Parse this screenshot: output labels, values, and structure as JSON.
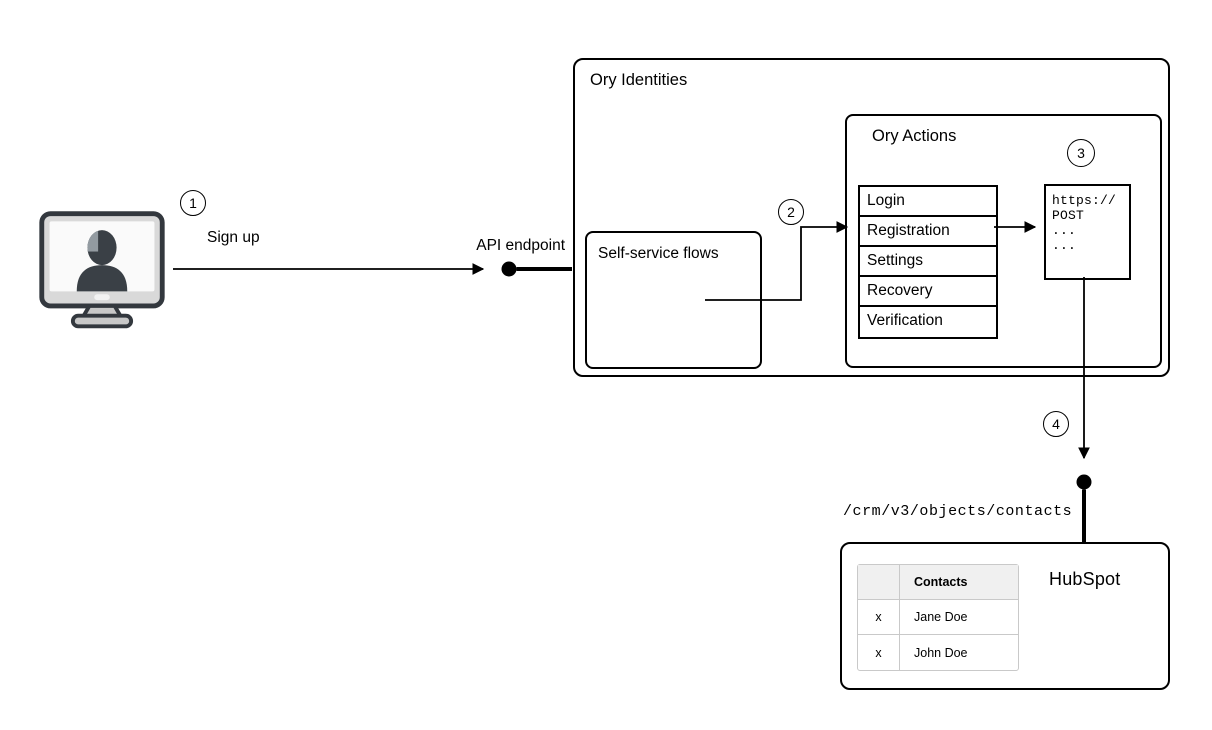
{
  "colors": {
    "line": "#000000",
    "box_border": "#000000",
    "background": "#ffffff",
    "table_header_bg": "#f0f0f0",
    "table_border": "#c9c9c9",
    "icon_dark": "#3a4046",
    "icon_gray": "#d9d9d9"
  },
  "steps": {
    "one": "1",
    "two": "2",
    "three": "3",
    "four": "4"
  },
  "labels": {
    "sign_up": "Sign up",
    "api_endpoint": "API endpoint",
    "crm_path": "/crm/v3/objects/contacts"
  },
  "ory_identities": {
    "title": "Ory Identities"
  },
  "self_service": {
    "title": "Self-service flows"
  },
  "ory_actions": {
    "title": "Ory Actions",
    "flows": [
      "Login",
      "Registration",
      "Settings",
      "Recovery",
      "Verification"
    ]
  },
  "webhook": {
    "lines": [
      "https://",
      "POST",
      "...",
      "..."
    ]
  },
  "hubspot": {
    "title": "HubSpot",
    "table": {
      "header": "Contacts",
      "rows": [
        {
          "mark": "x",
          "name": "Jane Doe"
        },
        {
          "mark": "x",
          "name": "John Doe"
        }
      ]
    }
  }
}
